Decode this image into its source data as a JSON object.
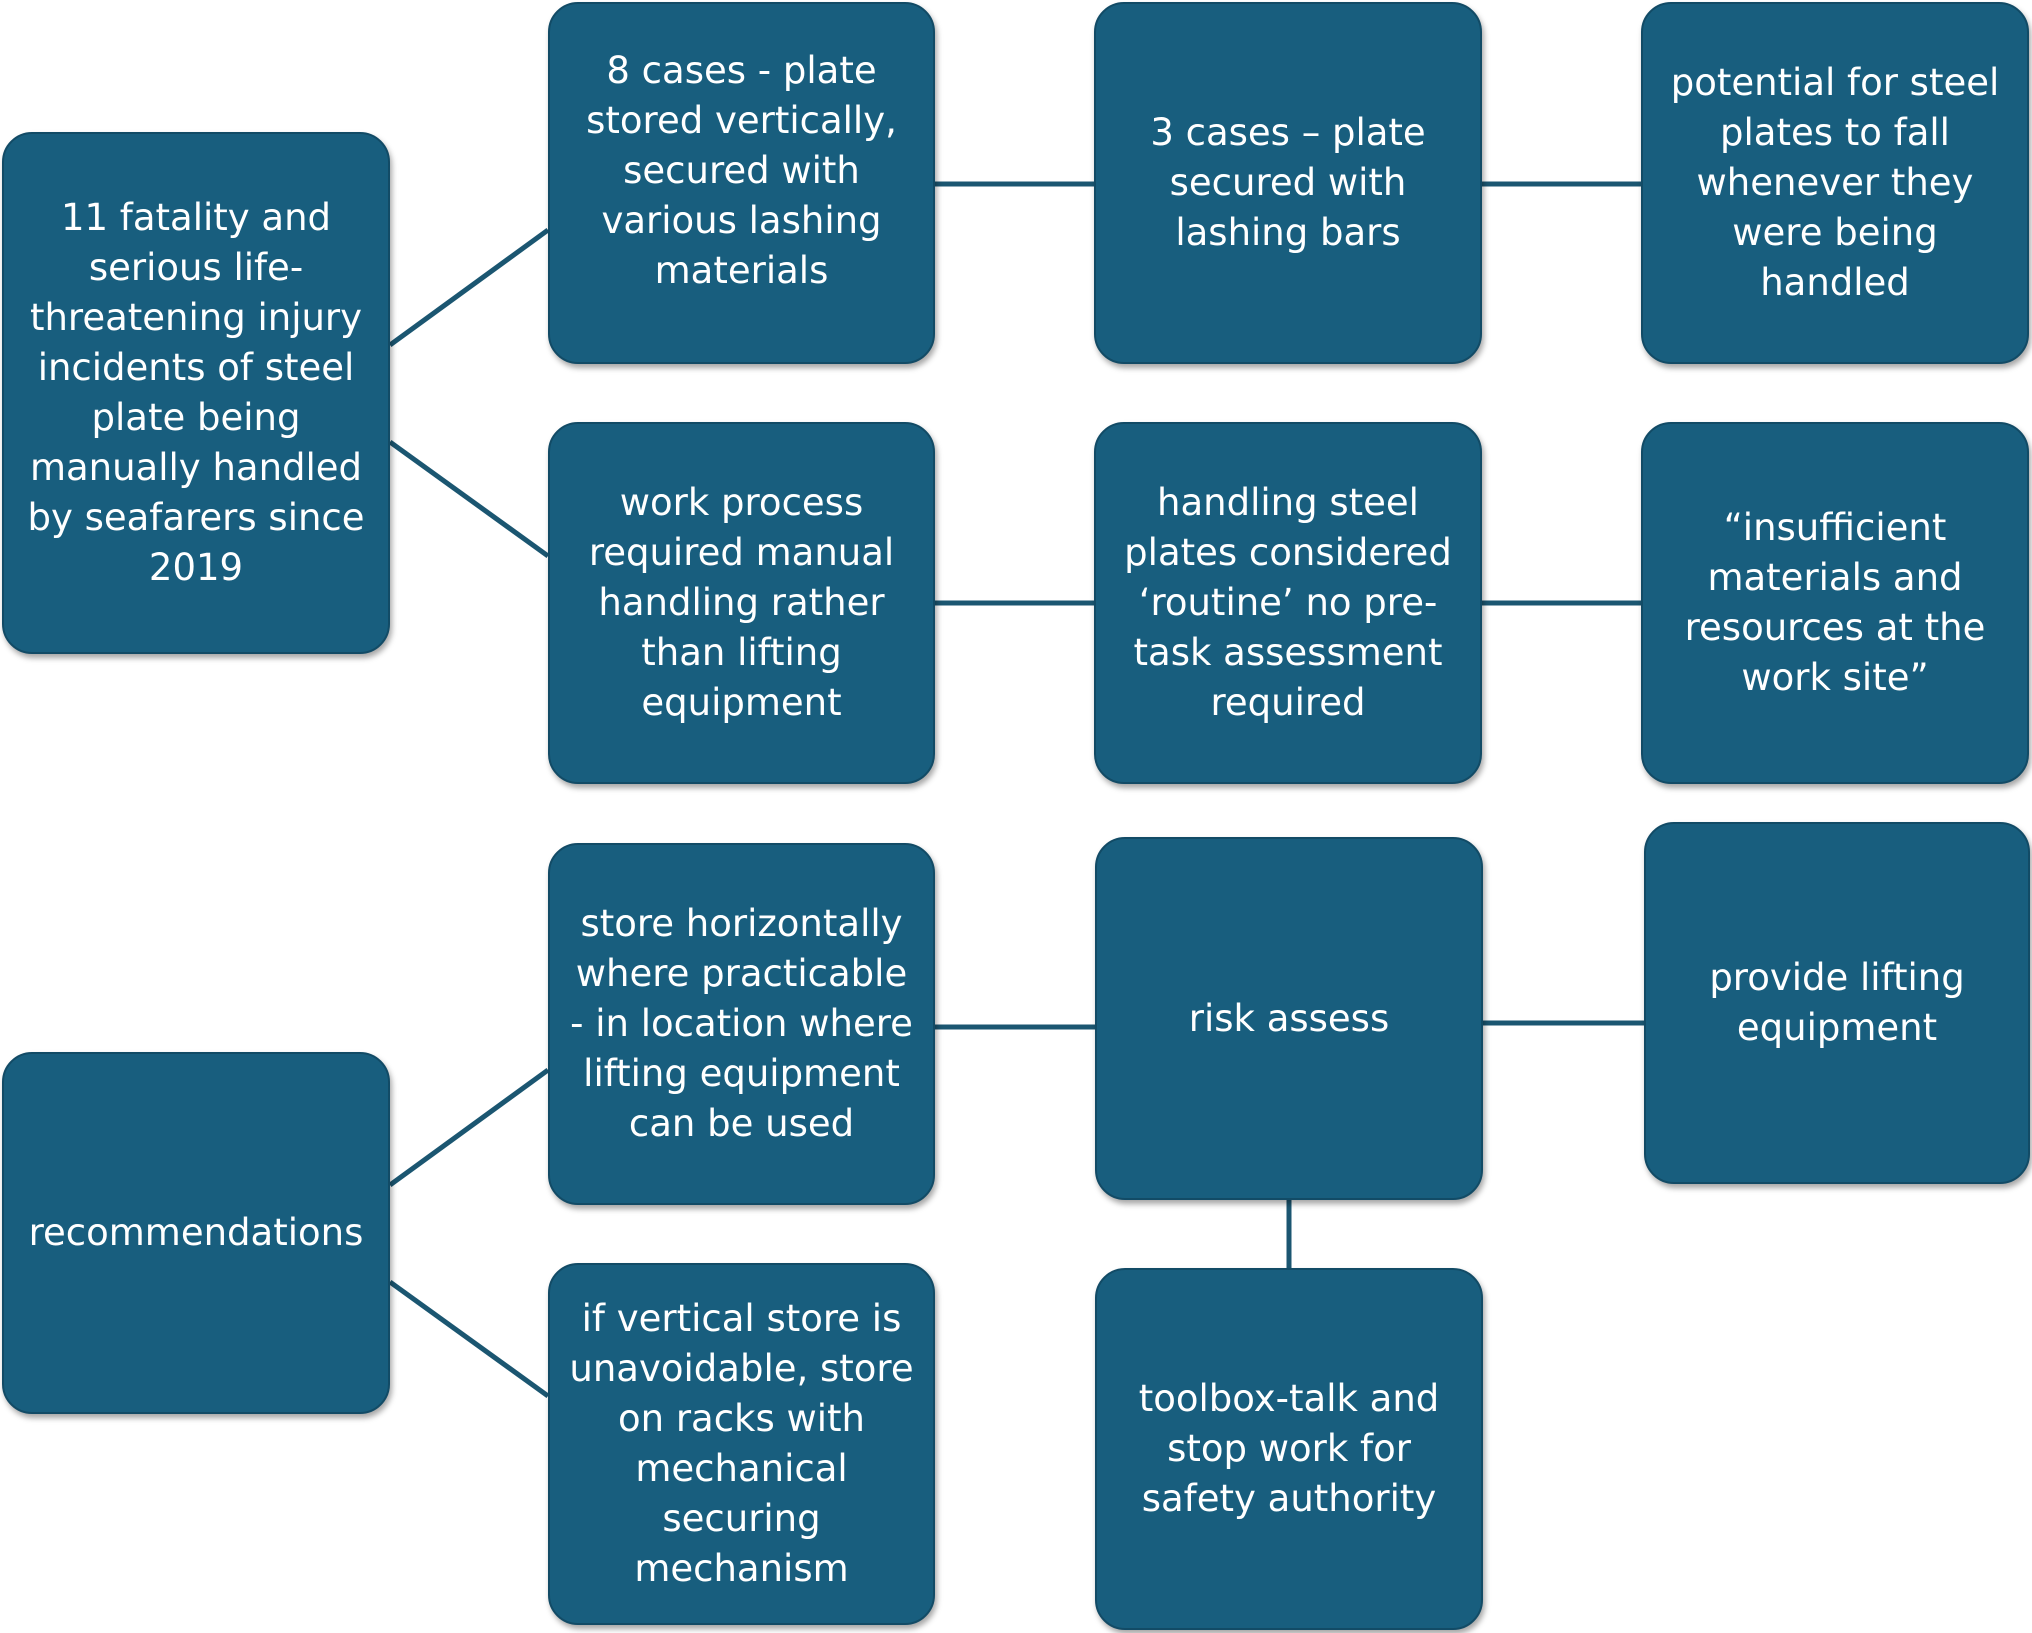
{
  "colors": {
    "box_fill": "#185e7e",
    "box_border": "#124b66",
    "connector": "#1b5671",
    "text": "#ffffff"
  },
  "findings": {
    "root": "11 fatality and serious life-threatening injury incidents of steel plate being manually handled by seafarers since 2019",
    "branch_storage": {
      "first": "8 cases - plate stored vertically, secured with various lashing materials",
      "second": "3 cases – plate secured with lashing bars",
      "third": "potential for steel plates to fall whenever they were being handled"
    },
    "branch_process": {
      "first": "work process required manual handling rather than lifting equipment",
      "second": "handling steel plates considered ‘routine’ no pre-task assessment required",
      "third": "“insufficient materials and resources at the work site”"
    }
  },
  "recommendations": {
    "root": "recommendations",
    "store_horizontally": "store horizontally where practicable - in location where lifting equipment can be used",
    "risk_assess": "risk assess",
    "provide_lifting": "provide lifting equipment",
    "store_on_racks": "if vertical store is unavoidable, store on racks with mechanical securing mechanism",
    "toolbox_talk": "toolbox-talk and stop work for safety authority"
  }
}
